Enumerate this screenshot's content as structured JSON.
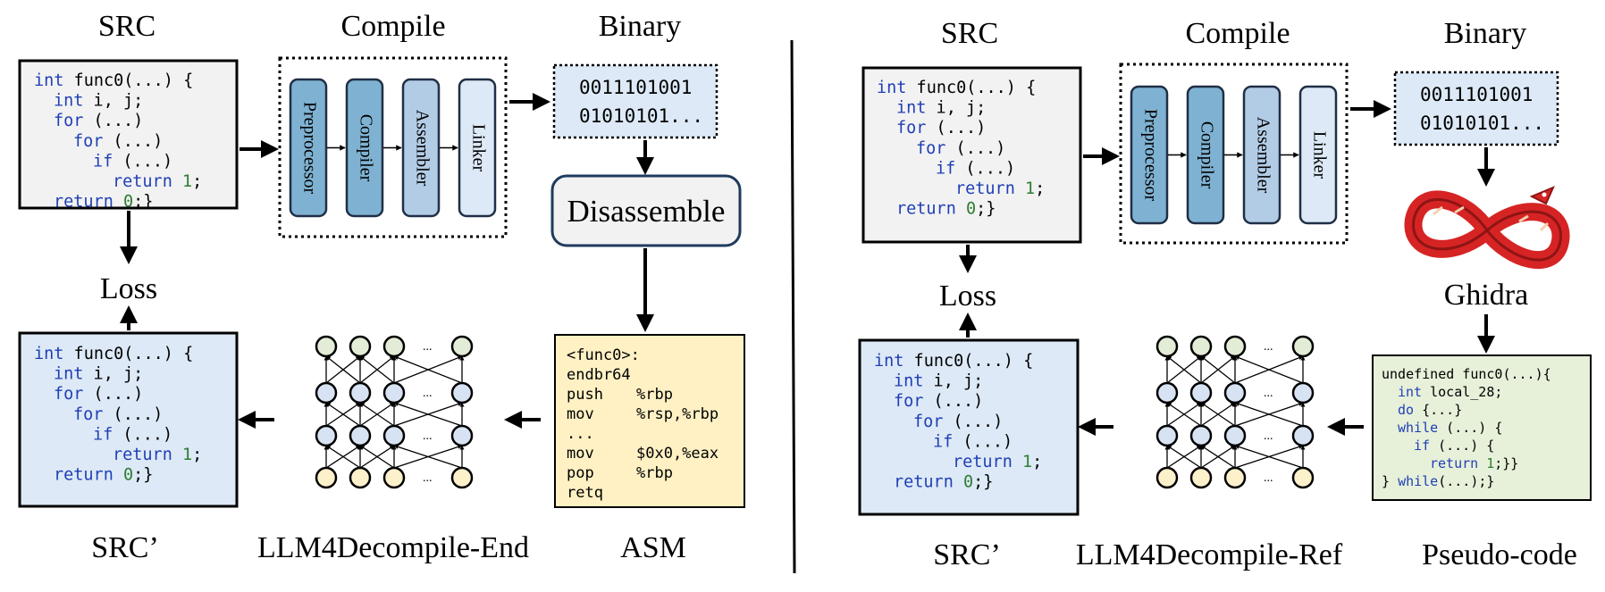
{
  "colors": {
    "src_box": "#f2f2f2",
    "src_prime_box": "#dde9f6",
    "binary_box": "#dde9f6",
    "asm_box": "#fff1c4",
    "pseudo_box": "#e7f0d9",
    "stage_dark": "#7fb2d2",
    "stage_mid": "#b3cce6",
    "stage_light": "#dde9f6",
    "keyword": "#1f3fb5",
    "number": "#2e7d32",
    "node_top": "#e2ecd6",
    "node_mid": "#d7e3f3",
    "node_bottom": "#fdf1cc",
    "ghidra_red": "#d62424"
  },
  "left": {
    "header_src": "SRC",
    "header_compile": "Compile",
    "header_binary": "Binary",
    "stages": [
      "Preprocessor",
      "Compiler",
      "Assembler",
      "Linker"
    ],
    "binary_lines": [
      "0011101001",
      "01010101..."
    ],
    "disassemble_label": "Disassemble",
    "loss_label": "Loss",
    "caption_src_prime": "SRC’",
    "caption_model": "LLM4Decompile-End",
    "caption_asm": "ASM",
    "nn_ellipsis": "...",
    "src_code": [
      {
        "kw": "int",
        "rest": " func0(...) {"
      },
      {
        "kw": "int",
        "rest": " i, j;"
      },
      {
        "kw": "for",
        "rest": " (...)"
      },
      {
        "kw": "for",
        "rest": " (...)"
      },
      {
        "kw": "if",
        "rest": " (...)"
      },
      {
        "kw": "return",
        "num": "1",
        "tail": ";"
      },
      {
        "kw": "return",
        "num": "0",
        "tail": ";}"
      }
    ],
    "asm_code": [
      {
        "op": "<func0>:",
        "arg": ""
      },
      {
        "op": "endbr64",
        "arg": ""
      },
      {
        "op": "push",
        "arg": "%rbp"
      },
      {
        "op": "mov",
        "arg": "%rsp,%rbp"
      },
      {
        "op": "...",
        "arg": ""
      },
      {
        "op": "mov",
        "arg": "$0x0,%eax"
      },
      {
        "op": "pop",
        "arg": "%rbp"
      },
      {
        "op": "retq",
        "arg": ""
      }
    ]
  },
  "right": {
    "header_src": "SRC",
    "header_compile": "Compile",
    "header_binary": "Binary",
    "stages": [
      "Preprocessor",
      "Compiler",
      "Assembler",
      "Linker"
    ],
    "binary_lines": [
      "0011101001",
      "01010101..."
    ],
    "ghidra_label": "Ghidra",
    "loss_label": "Loss",
    "caption_src_prime": "SRC’",
    "caption_model": "LLM4Decompile-Ref",
    "caption_pseudo": "Pseudo-code",
    "nn_ellipsis": "...",
    "pseudo_code": [
      {
        "pre": "undefined func0(...){",
        "kw": "",
        "post": ""
      },
      {
        "pre": "",
        "kw": "int",
        "post": " local_28;"
      },
      {
        "pre": "",
        "kw": "do",
        "post": " {...}"
      },
      {
        "pre": "",
        "kw": "while",
        "post": " (...) {"
      },
      {
        "pre": "",
        "kw": "if",
        "post": " (...) {"
      },
      {
        "pre": "",
        "kw": "return",
        "post": " 1;}}"
      },
      {
        "pre": "} ",
        "kw": "while",
        "post": "(...);}"
      }
    ]
  }
}
